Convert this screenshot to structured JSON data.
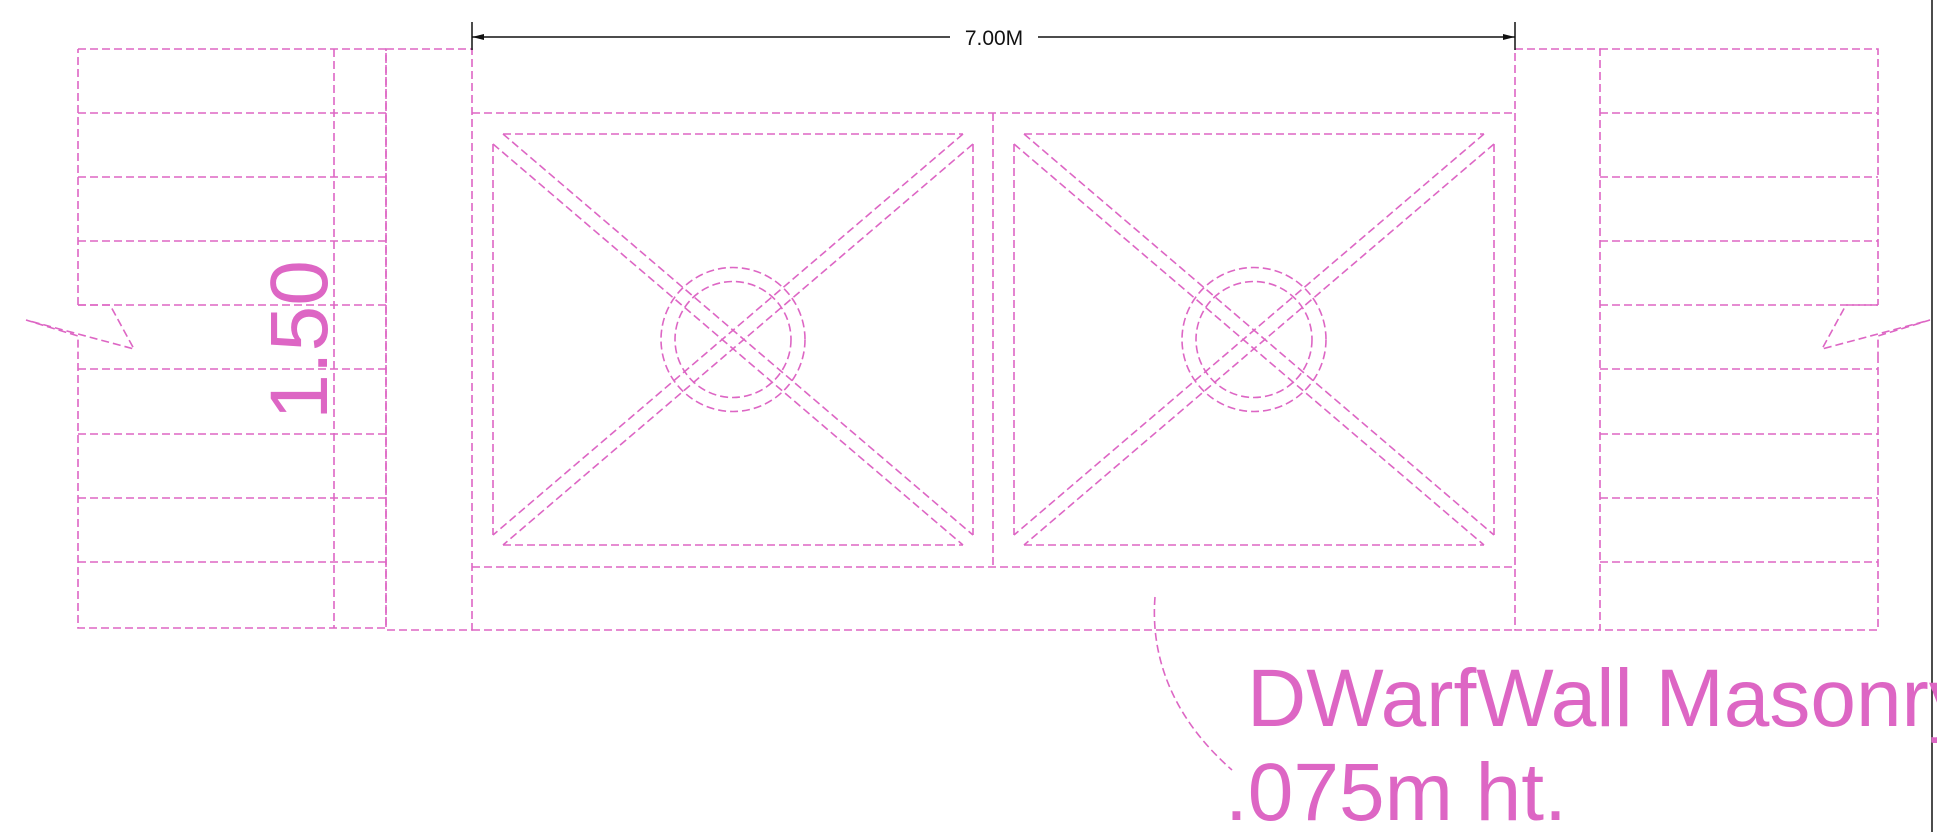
{
  "drawing": {
    "dimension_width_label": "7.00M",
    "dimension_height_label": "1.50",
    "callout_line1": "DWarfWall Masonry",
    "callout_line2": ".075m ht."
  },
  "colors": {
    "magenta": "#dd66c4",
    "dimension": "#111111",
    "background": "#ffffff"
  }
}
